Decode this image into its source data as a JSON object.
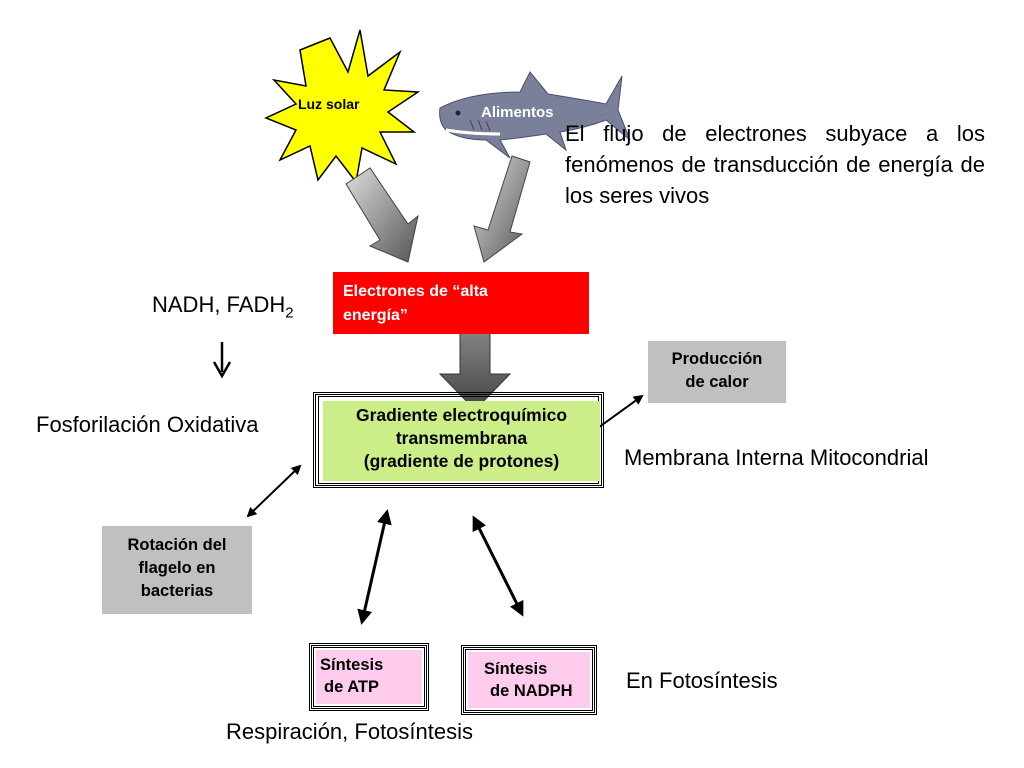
{
  "sources": {
    "sun_label": "Luz solar",
    "food_label": "Alimentos"
  },
  "intro_text": "El flujo de electrones subyace a los fenómenos de  transducción de energía de los seres vivos",
  "electrons_box": {
    "line1": "Electrones de “alta",
    "line2": "energía”"
  },
  "nadh": {
    "text": "NADH, FADH",
    "subscript": "2"
  },
  "oxidative_label": "Fosforilación Oxidativa",
  "gradient_box": {
    "line1": "Gradiente electroquímico",
    "line2": "transmembrana",
    "line3": "(gradiente de protones)"
  },
  "heat_box": {
    "line1": "Producción",
    "line2": "de calor"
  },
  "membrane_label": "Membrana Interna Mitocondrial",
  "flagellum_box": {
    "line1": "Rotación del",
    "line2": "flagelo en",
    "line3": "bacterias"
  },
  "atp_box": {
    "line1": "Síntesis",
    "line2": "de ATP"
  },
  "nadph_box": {
    "line1": "Síntesis",
    "line2": "de NADPH"
  },
  "photosynthesis_label": "En Fotosíntesis",
  "respiration_label": "Respiración, Fotosíntesis",
  "colors": {
    "sun_fill": "#ffff00",
    "electrons_box": "#ff0000",
    "gradient_box": "#ccee88",
    "grey_box": "#c0c0c0",
    "pink_box": "#ffccee",
    "shark": "#7a7f9a"
  }
}
